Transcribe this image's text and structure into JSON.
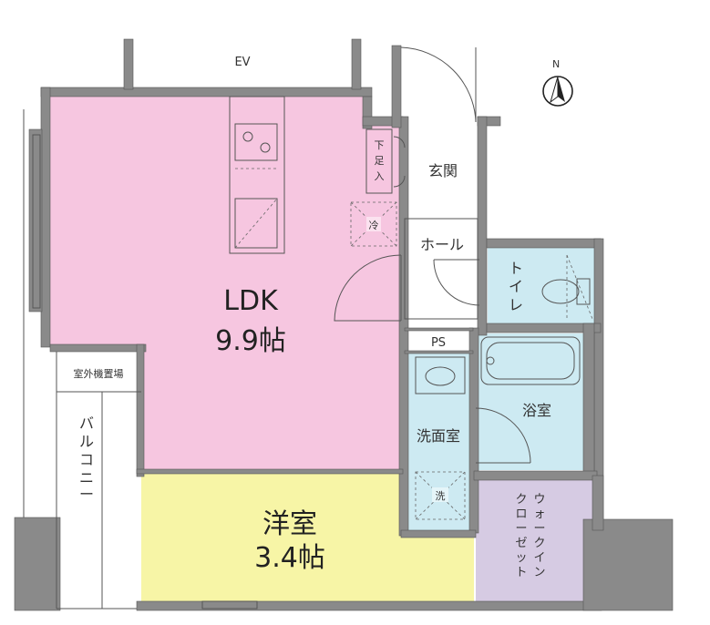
{
  "compass": {
    "label": "N"
  },
  "rooms": {
    "ev": "EV",
    "ldk_name": "LDK",
    "ldk_size": "9.9帖",
    "western_name": "洋室",
    "western_size": "3.4帖",
    "entrance": "玄関",
    "shoe_storage": [
      "下",
      "足",
      "入"
    ],
    "hall": "ホール",
    "toilet": [
      "ト",
      "イ",
      "レ"
    ],
    "ps": "PS",
    "bathroom": "浴室",
    "washroom": "洗面室",
    "outdoor_unit": "室外機置場",
    "balcony": [
      "バ",
      "ル",
      "コ",
      "ニ",
      "ー"
    ],
    "walkin_col1": [
      "ウ",
      "ォ",
      "ー",
      "ク",
      "イ",
      "ン"
    ],
    "walkin_col2": [
      "ク",
      "ロ",
      "ー",
      "ゼ",
      "ッ",
      "ト"
    ]
  },
  "fixtures": {
    "fridge": "冷",
    "washer": "洗"
  },
  "colors": {
    "ldk": "#f6c6e0",
    "western": "#f7f5a6",
    "wet": "#cdeaf2",
    "walkin": "#d6cbe3",
    "wall": "#8a8a8a"
  }
}
